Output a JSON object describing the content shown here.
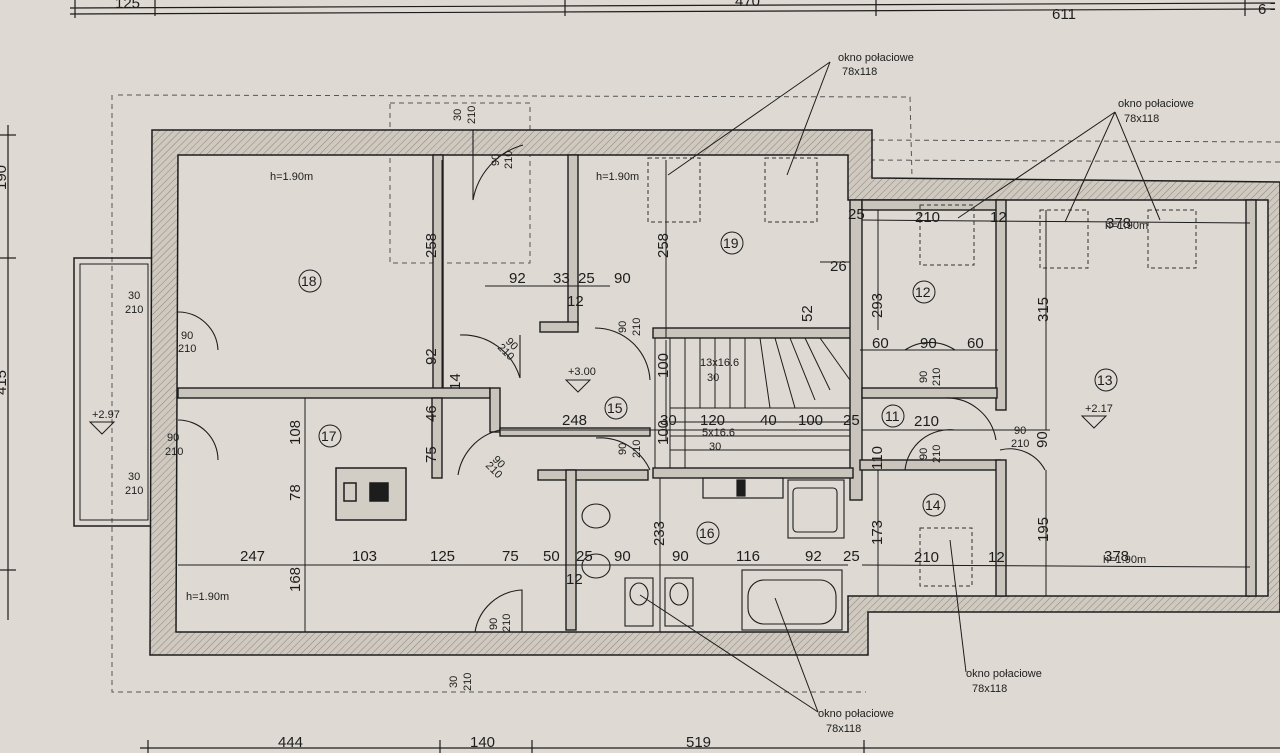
{
  "colors": {
    "paper": "#dedad3",
    "ink": "#1d1d1d",
    "wall_fill": "#c9c4bc"
  },
  "top_dims": [
    "125",
    "470",
    "611",
    "6"
  ],
  "bottom_dims": [
    "444",
    "140",
    "519"
  ],
  "left_dims": [
    "190",
    "415"
  ],
  "window_note": {
    "label": "okno połaciowe",
    "size": "78x118"
  },
  "rooms": {
    "r18": "18",
    "r19": "19",
    "r17": "17",
    "r15": "15",
    "r16": "16",
    "r12": "12",
    "r11": "11",
    "r14": "14",
    "r13": "13"
  },
  "heights": {
    "h190": "h=1.90m"
  },
  "levels": {
    "lvl300": "+3.00",
    "lvl297": "+2.97",
    "lvl217": "+2.17"
  },
  "stairs": {
    "label1": "13x16.6",
    "label1b": "30",
    "label2": "5x16.6",
    "label2b": "30"
  },
  "openings": {
    "o30": "30",
    "o210": "210",
    "o90": "90"
  },
  "dims": {
    "d258": "258",
    "d92": "92",
    "d33": "33",
    "d25": "25",
    "d90": "90",
    "d12": "12",
    "d100": "100",
    "d46": "46",
    "d14": "14",
    "d75": "75",
    "d108": "108",
    "d78": "78",
    "d168": "168",
    "d247": "247",
    "d103": "103",
    "d125": "125",
    "d50": "50",
    "d233": "233",
    "d116": "116",
    "d173": "173",
    "d195": "195",
    "d315": "315",
    "d378": "378",
    "d210": "210",
    "d293": "293",
    "d26": "26",
    "d52": "52",
    "d60": "60",
    "d248": "248",
    "d30": "30",
    "d120": "120",
    "d40": "40",
    "d110": "110"
  }
}
